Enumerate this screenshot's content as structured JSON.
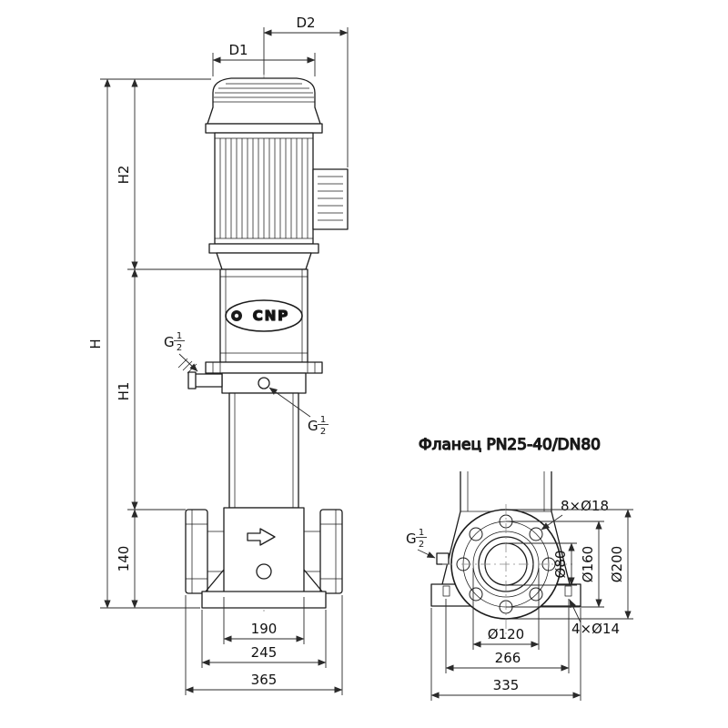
{
  "front_view": {
    "logo": "CNP"
  },
  "labels": {
    "d1": "D1",
    "d2": "D2",
    "h": "H",
    "h1": "H1",
    "h2": "H2",
    "dim_140": "140",
    "dim_190": "190",
    "dim_245": "245",
    "dim_365": "365"
  },
  "thread": {
    "letter": "G",
    "numerator": "1",
    "denominator": "2"
  },
  "flange_view": {
    "title": "Фланец PN25-40/DN80",
    "flange_holes": "8×Ø18",
    "dia_80": "Ø80",
    "dia_160": "Ø160",
    "dia_200": "Ø200",
    "dia_120": "Ø120",
    "base_holes": "4×Ø14",
    "dim_266": "266",
    "dim_335": "335"
  }
}
